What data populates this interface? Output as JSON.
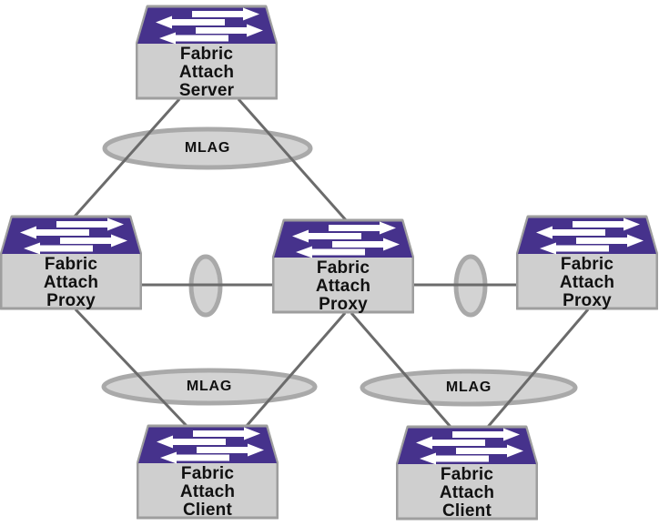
{
  "diagram": {
    "type": "network-topology",
    "background": "#FFFFFF",
    "colors": {
      "switch_top_face": "#46328C",
      "switch_body": "#CFCFCF",
      "switch_outline": "#9E9E9E",
      "ellipse_fill": "#D3D3D3",
      "ellipse_stroke": "#A9A9A9",
      "link_line": "#6B6B6B",
      "label_text": "#111111",
      "arrow_glyph": "#FFFFFF"
    },
    "nodes": [
      {
        "id": "fa-server",
        "kind": "switch",
        "label": "Fabric\nAttach\nServer"
      },
      {
        "id": "fa-proxy-left",
        "kind": "switch",
        "label": "Fabric\nAttach\nProxy"
      },
      {
        "id": "fa-proxy-center",
        "kind": "switch",
        "label": "Fabric\nAttach\nProxy"
      },
      {
        "id": "fa-proxy-right",
        "kind": "switch",
        "label": "Fabric\nAttach\nProxy"
      },
      {
        "id": "fa-client-left",
        "kind": "switch",
        "label": "Fabric\nAttach\nClient"
      },
      {
        "id": "fa-client-right",
        "kind": "switch",
        "label": "Fabric\nAttach\nClient"
      }
    ],
    "lags": [
      {
        "id": "mlag-top",
        "label": "MLAG"
      },
      {
        "id": "mlag-bottom-left",
        "label": "MLAG"
      },
      {
        "id": "mlag-bottom-right",
        "label": "MLAG"
      }
    ],
    "unlabeled_lag_ellipses": [
      {
        "id": "lag-proxyleft-proxycenter"
      },
      {
        "id": "lag-proxycenter-proxyright"
      }
    ],
    "links": [
      {
        "from": "fa-server",
        "to": "fa-proxy-left",
        "via": "mlag-top"
      },
      {
        "from": "fa-server",
        "to": "fa-proxy-center",
        "via": "mlag-top"
      },
      {
        "from": "fa-proxy-left",
        "to": "fa-proxy-center",
        "via": "lag-proxyleft-proxycenter"
      },
      {
        "from": "fa-proxy-center",
        "to": "fa-proxy-right",
        "via": "lag-proxycenter-proxyright"
      },
      {
        "from": "fa-proxy-left",
        "to": "fa-client-left",
        "via": "mlag-bottom-left"
      },
      {
        "from": "fa-proxy-center",
        "to": "fa-client-left",
        "via": "mlag-bottom-left"
      },
      {
        "from": "fa-proxy-center",
        "to": "fa-client-right",
        "via": "mlag-bottom-right"
      },
      {
        "from": "fa-proxy-right",
        "to": "fa-client-right",
        "via": "mlag-bottom-right"
      }
    ]
  }
}
